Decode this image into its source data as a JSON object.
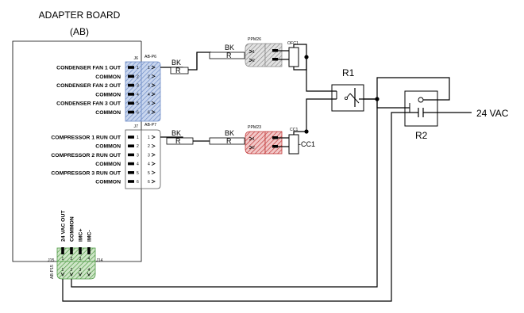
{
  "board": {
    "title_line1": "ADAPTER BOARD",
    "title_line2": "(AB)"
  },
  "j6": {
    "ref": "J6",
    "plug": "AB-P6",
    "labels": [
      "CONDENSER FAN 1 OUT",
      "COMMON",
      "CONDENSER FAN 2 OUT",
      "COMMON",
      "CONDENSER FAN 3 OUT",
      "COMMON"
    ],
    "pins": [
      "1",
      "2",
      "3",
      "4",
      "5",
      "6"
    ],
    "color": "#c9d6ee",
    "hatch": "#6e8cc6"
  },
  "j7": {
    "ref": "J7",
    "plug": "AB-P7",
    "labels": [
      "COMPRESSOR 1 RUN OUT",
      "COMMON",
      "COMPRESSOR 2 RUN OUT",
      "COMMON",
      "COMPRESSOR 3 RUN OUT",
      "COMMON"
    ],
    "pins": [
      "1",
      "2",
      "3",
      "4",
      "5",
      "6"
    ]
  },
  "j15": {
    "ref": "J15",
    "ref2": "J14",
    "plug": "AB-P15",
    "labels": [
      "24 VAC OUT",
      "COMMON",
      "IMC+",
      "IMC-"
    ],
    "pins": [
      "1",
      "2",
      "3",
      "4"
    ],
    "color": "#cfe6c8",
    "hatch": "#4f9a45"
  },
  "ppm26": {
    "ref": "PPM26",
    "pins": [
      "1",
      "2"
    ],
    "color": "#e2e2e2",
    "hatch": "#8c8c8c"
  },
  "ppm23": {
    "ref": "PPM23",
    "pins": [
      "1",
      "2"
    ],
    "color": "#f2c8c8",
    "hatch": "#c23a3a"
  },
  "wires": {
    "bk": "BK",
    "r": "R"
  },
  "devices": {
    "ofc1": "OFC1",
    "cc1_top": "CC1",
    "cc1_side": "-CC1",
    "r1": "R1",
    "r2": "R2",
    "supply": "24 VAC"
  }
}
